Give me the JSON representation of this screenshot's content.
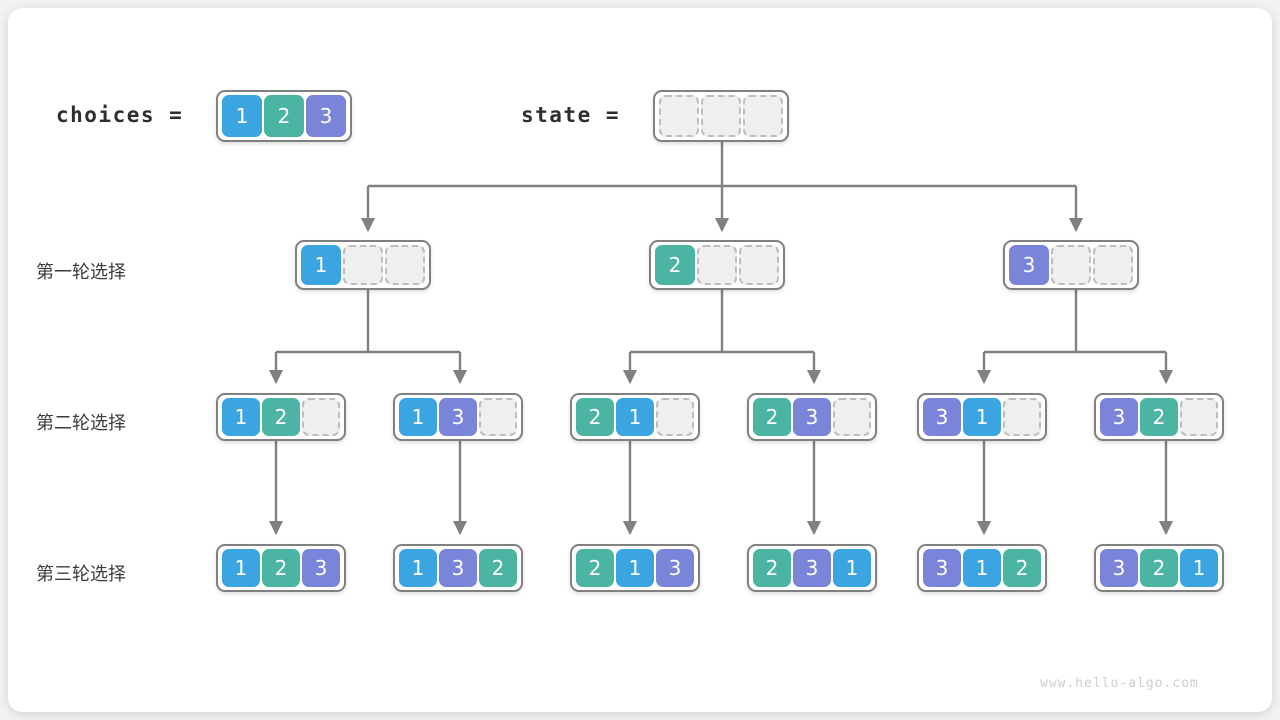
{
  "watermark": "www.hello-algo.com",
  "colors": {
    "one": "#3aa5e0",
    "two": "#4bb4a2",
    "three": "#7a85da",
    "empty_fill": "#efefef",
    "empty_border": "#bdbdbd",
    "box_border": "#808080",
    "wire": "#808080",
    "card_bg": "#ffffff",
    "page_bg": "#f2f2f2"
  },
  "header": {
    "choices_label": "choices =",
    "choices_values": [
      "1",
      "2",
      "3"
    ],
    "state_label": "state =",
    "state_values": [
      "",
      "",
      ""
    ]
  },
  "rows": [
    {
      "label": "第一轮选择",
      "nodes": [
        {
          "values": [
            "1",
            "",
            ""
          ]
        },
        {
          "values": [
            "2",
            "",
            ""
          ]
        },
        {
          "values": [
            "3",
            "",
            ""
          ]
        }
      ]
    },
    {
      "label": "第二轮选择",
      "nodes": [
        {
          "values": [
            "1",
            "2",
            ""
          ]
        },
        {
          "values": [
            "1",
            "3",
            ""
          ]
        },
        {
          "values": [
            "2",
            "1",
            ""
          ]
        },
        {
          "values": [
            "2",
            "3",
            ""
          ]
        },
        {
          "values": [
            "3",
            "1",
            ""
          ]
        },
        {
          "values": [
            "3",
            "2",
            ""
          ]
        }
      ]
    },
    {
      "label": "第三轮选择",
      "nodes": [
        {
          "values": [
            "1",
            "2",
            "3"
          ]
        },
        {
          "values": [
            "1",
            "3",
            "2"
          ]
        },
        {
          "values": [
            "2",
            "1",
            "3"
          ]
        },
        {
          "values": [
            "2",
            "3",
            "1"
          ]
        },
        {
          "values": [
            "3",
            "1",
            "2"
          ]
        },
        {
          "values": [
            "3",
            "2",
            "1"
          ]
        }
      ]
    }
  ]
}
